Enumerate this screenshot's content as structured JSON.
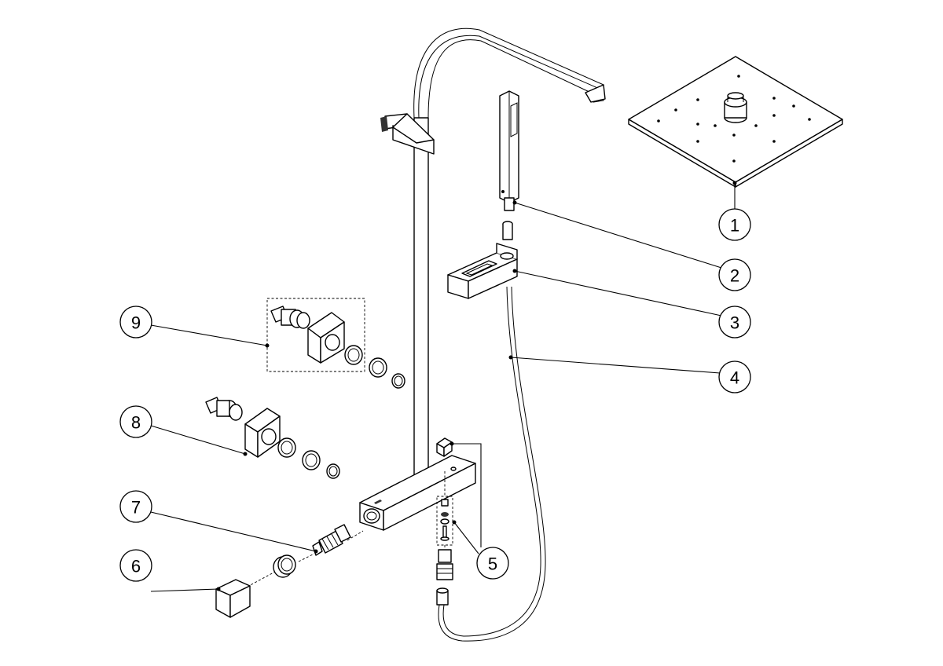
{
  "callouts": [
    {
      "number": "1",
      "part": "overhead-shower-head"
    },
    {
      "number": "2",
      "part": "hand-shower"
    },
    {
      "number": "3",
      "part": "sliding-holder"
    },
    {
      "number": "4",
      "part": "shower-hose"
    },
    {
      "number": "5",
      "part": "diverter-kit"
    },
    {
      "number": "6",
      "part": "control-knob"
    },
    {
      "number": "7",
      "part": "thermostatic-cartridge"
    },
    {
      "number": "8",
      "part": "wall-connection-kit-lower"
    },
    {
      "number": "9",
      "part": "wall-connection-kit-upper"
    }
  ]
}
